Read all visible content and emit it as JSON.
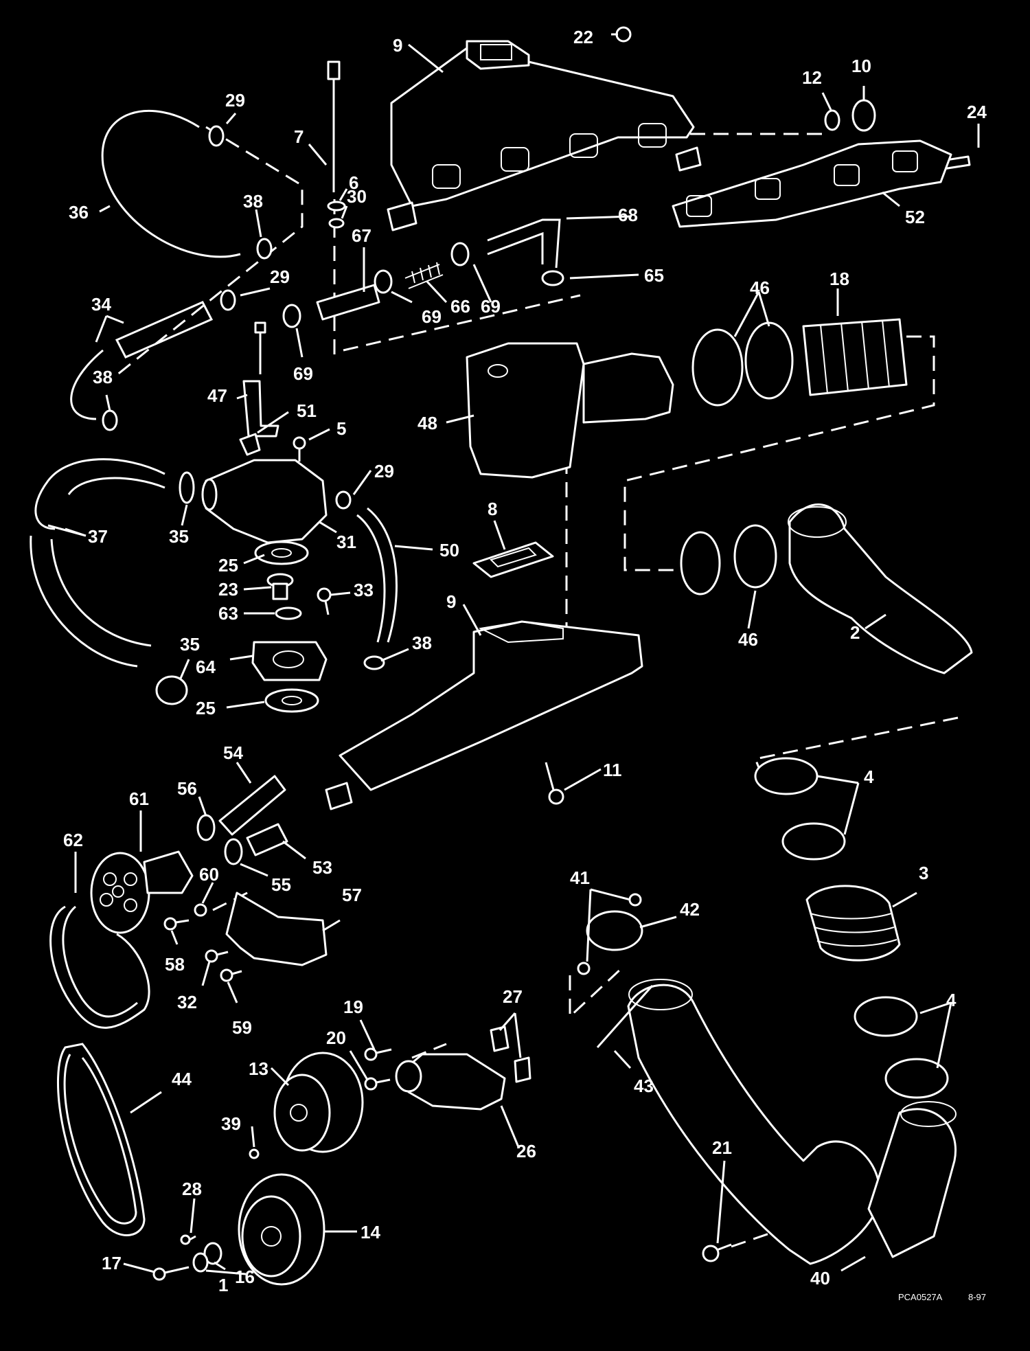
{
  "callouts": [
    {
      "id": "c9a",
      "text": "9"
    },
    {
      "id": "c22",
      "text": "22"
    },
    {
      "id": "c12",
      "text": "12"
    },
    {
      "id": "c10",
      "text": "10"
    },
    {
      "id": "c24",
      "text": "24"
    },
    {
      "id": "c29a",
      "text": "29"
    },
    {
      "id": "c7",
      "text": "7"
    },
    {
      "id": "c6",
      "text": "6"
    },
    {
      "id": "c30",
      "text": "30"
    },
    {
      "id": "c36",
      "text": "36"
    },
    {
      "id": "c38a",
      "text": "38"
    },
    {
      "id": "c67",
      "text": "67"
    },
    {
      "id": "c68",
      "text": "68"
    },
    {
      "id": "c52",
      "text": "52"
    },
    {
      "id": "c29b",
      "text": "29"
    },
    {
      "id": "c65",
      "text": "65"
    },
    {
      "id": "c34",
      "text": "34"
    },
    {
      "id": "c69a",
      "text": "69"
    },
    {
      "id": "c66",
      "text": "66"
    },
    {
      "id": "c69b",
      "text": "69"
    },
    {
      "id": "c46a",
      "text": "46"
    },
    {
      "id": "c18",
      "text": "18"
    },
    {
      "id": "c38b",
      "text": "38"
    },
    {
      "id": "c69c",
      "text": "69"
    },
    {
      "id": "c47",
      "text": "47"
    },
    {
      "id": "c51",
      "text": "51"
    },
    {
      "id": "c5",
      "text": "5"
    },
    {
      "id": "c48",
      "text": "48"
    },
    {
      "id": "c29c",
      "text": "29"
    },
    {
      "id": "c37",
      "text": "37"
    },
    {
      "id": "c35a",
      "text": "35"
    },
    {
      "id": "c31",
      "text": "31"
    },
    {
      "id": "c8",
      "text": "8"
    },
    {
      "id": "c50",
      "text": "50"
    },
    {
      "id": "c25a",
      "text": "25"
    },
    {
      "id": "c23",
      "text": "23"
    },
    {
      "id": "c63",
      "text": "63"
    },
    {
      "id": "c33",
      "text": "33"
    },
    {
      "id": "c9b",
      "text": "9"
    },
    {
      "id": "c46b",
      "text": "46"
    },
    {
      "id": "c2",
      "text": "2"
    },
    {
      "id": "c35b",
      "text": "35"
    },
    {
      "id": "c64",
      "text": "64"
    },
    {
      "id": "c38c",
      "text": "38"
    },
    {
      "id": "c25b",
      "text": "25"
    },
    {
      "id": "c54",
      "text": "54"
    },
    {
      "id": "c11",
      "text": "11"
    },
    {
      "id": "c4a",
      "text": "4"
    },
    {
      "id": "c61",
      "text": "61"
    },
    {
      "id": "c56",
      "text": "56"
    },
    {
      "id": "c62",
      "text": "62"
    },
    {
      "id": "c53",
      "text": "53"
    },
    {
      "id": "c55",
      "text": "55"
    },
    {
      "id": "c60",
      "text": "60"
    },
    {
      "id": "c57",
      "text": "57"
    },
    {
      "id": "c3",
      "text": "3"
    },
    {
      "id": "c41",
      "text": "41"
    },
    {
      "id": "c42",
      "text": "42"
    },
    {
      "id": "c58",
      "text": "58"
    },
    {
      "id": "c32",
      "text": "32"
    },
    {
      "id": "c59",
      "text": "59"
    },
    {
      "id": "c19",
      "text": "19"
    },
    {
      "id": "c27",
      "text": "27"
    },
    {
      "id": "c4b",
      "text": "4"
    },
    {
      "id": "c20",
      "text": "20"
    },
    {
      "id": "c13",
      "text": "13"
    },
    {
      "id": "c44",
      "text": "44"
    },
    {
      "id": "c39",
      "text": "39"
    },
    {
      "id": "c26",
      "text": "26"
    },
    {
      "id": "c43",
      "text": "43"
    },
    {
      "id": "c28",
      "text": "28"
    },
    {
      "id": "c21",
      "text": "21"
    },
    {
      "id": "c14",
      "text": "14"
    },
    {
      "id": "c17",
      "text": "17"
    },
    {
      "id": "c1",
      "text": "1"
    },
    {
      "id": "c16",
      "text": "16"
    },
    {
      "id": "c40",
      "text": "40"
    }
  ],
  "footer": {
    "code": "PCA0527A",
    "date": "8-97"
  }
}
